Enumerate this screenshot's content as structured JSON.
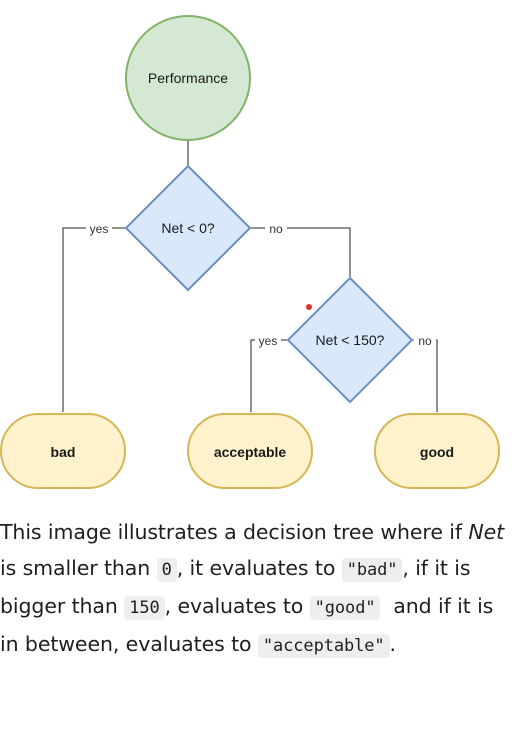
{
  "diagram": {
    "root": "Performance",
    "decision1": "Net < 0?",
    "decision2": "Net < 150?",
    "edge_yes_1": "yes",
    "edge_no_1": "no",
    "edge_yes_2": "yes",
    "edge_no_2": "no",
    "leaf_bad": "bad",
    "leaf_acceptable": "acceptable",
    "leaf_good": "good",
    "colors": {
      "circle_fill": "#d5e8d4",
      "circle_stroke": "#82b366",
      "diamond_fill": "#dae8fc",
      "diamond_stroke": "#6c8ebf",
      "leaf_fill": "#fff2cc",
      "leaf_stroke": "#d6b656",
      "marker": "#e03030"
    }
  },
  "caption": {
    "part1": "This image illustrates a decision tree where if ",
    "net": "Net",
    "part2": " is smaller than ",
    "code_zero": "0",
    "part3": ", it evaluates to ",
    "code_bad": "\"bad\"",
    "part4": ", if it is bigger than ",
    "code_150": "150",
    "part5": ", evaluates to ",
    "code_good": "\"good\"",
    "part6": "  and if it is in between, evaluates to ",
    "code_acceptable": "\"acceptable\"",
    "part7": "."
  }
}
